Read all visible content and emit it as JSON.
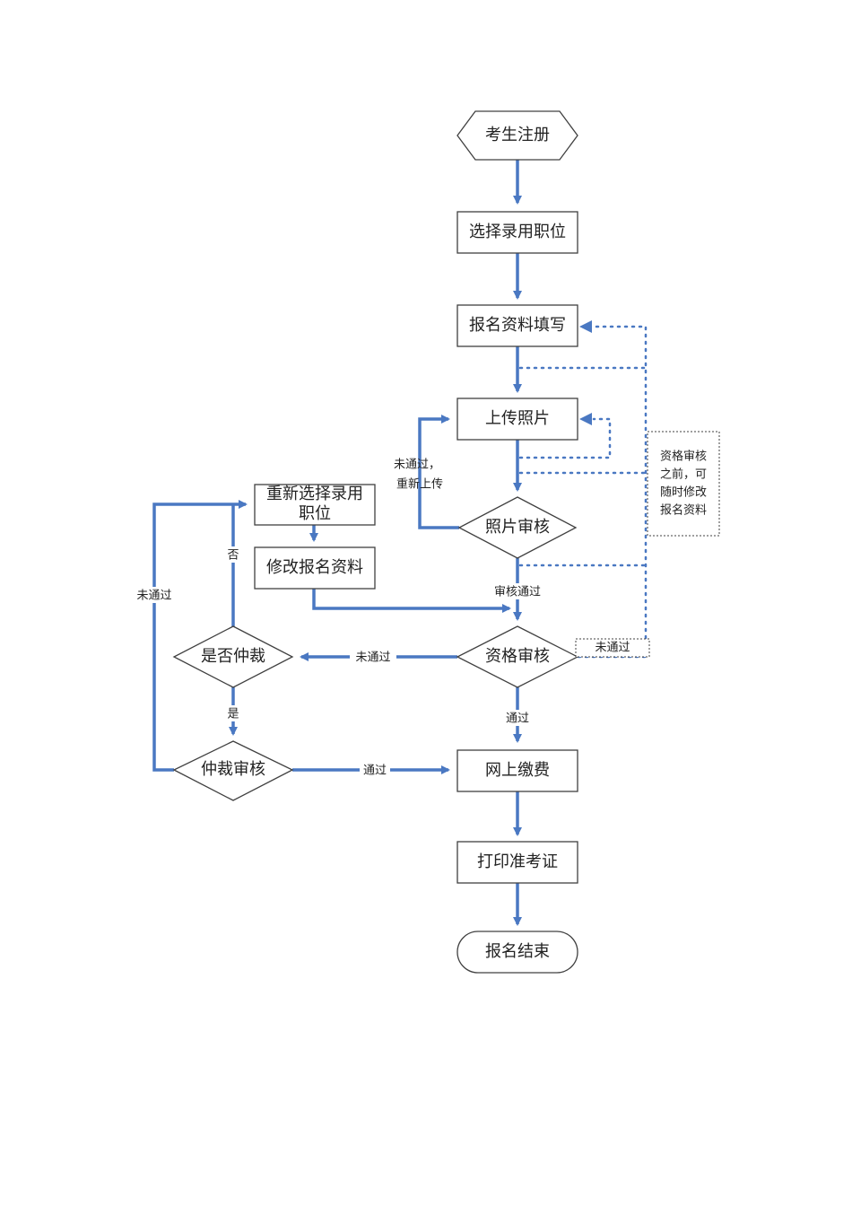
{
  "colors": {
    "arrow": "#4a78c2",
    "border": "#404040",
    "text": "#222222"
  },
  "nodes": {
    "register": "考生注册",
    "select_position": "选择录用职位",
    "fill_info": "报名资料填写",
    "upload_photo": "上传照片",
    "photo_review": "照片审核",
    "reselect_line1": "重新选择录用",
    "reselect_line2": "职位",
    "modify_info": "修改报名资料",
    "qualification_review": "资格审核",
    "arbitration_decision": "是否仲裁",
    "arbitration_review": "仲裁审核",
    "online_payment": "网上缴费",
    "print_ticket": "打印准考证",
    "end": "报名结束"
  },
  "edge_labels": {
    "photo_fail_line1": "未通过，",
    "photo_fail_line2": "重新上传",
    "photo_pass": "审核通过",
    "qual_fail": "未通过",
    "qual_fail_dashed": "未通过",
    "qual_pass": "通过",
    "arb_yes": "是",
    "arb_no": "否",
    "arb_fail": "未通过",
    "arb_pass": "通过"
  },
  "note": {
    "lines": [
      "资格审核",
      "之前，可",
      "随时修改",
      "报名资料"
    ]
  }
}
